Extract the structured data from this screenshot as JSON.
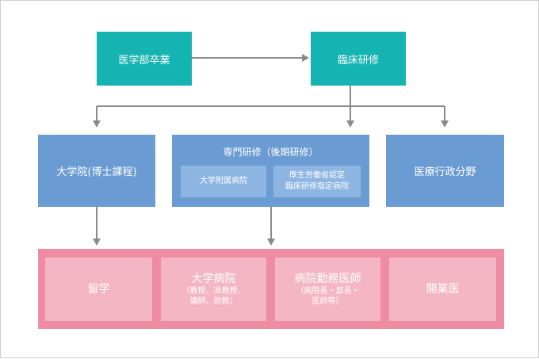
{
  "top_row": {
    "graduation": "医学部卒業",
    "clinical_training": "臨床研修"
  },
  "middle_row": {
    "graduate_school": "大学院(博士課程)",
    "specialty_training": {
      "title": "専門研修（後期研修）",
      "sub_left": "大学附属病院",
      "sub_right_line1": "厚生労働省認定",
      "sub_right_line2": "臨床研修指定病院"
    },
    "medical_administration": "医療行政分野"
  },
  "bottom_row": {
    "study_abroad": "留学",
    "university_hospital": {
      "title": "大学病院",
      "detail_line1": "（教授、准教授、",
      "detail_line2": "講師、助教）"
    },
    "hospital_doctor": {
      "title": "病院勤務医師",
      "detail_line1": "（病院長・部長・",
      "detail_line2": "医師等）"
    },
    "private_practice": "開業医"
  },
  "colors": {
    "teal": "#16b3b3",
    "blue": "#6a9bd2",
    "light_blue": "#8db5e2",
    "pink_frame": "#ee8ca3",
    "pink_cell": "#f4b6c4",
    "arrow": "#8a8a8a"
  }
}
